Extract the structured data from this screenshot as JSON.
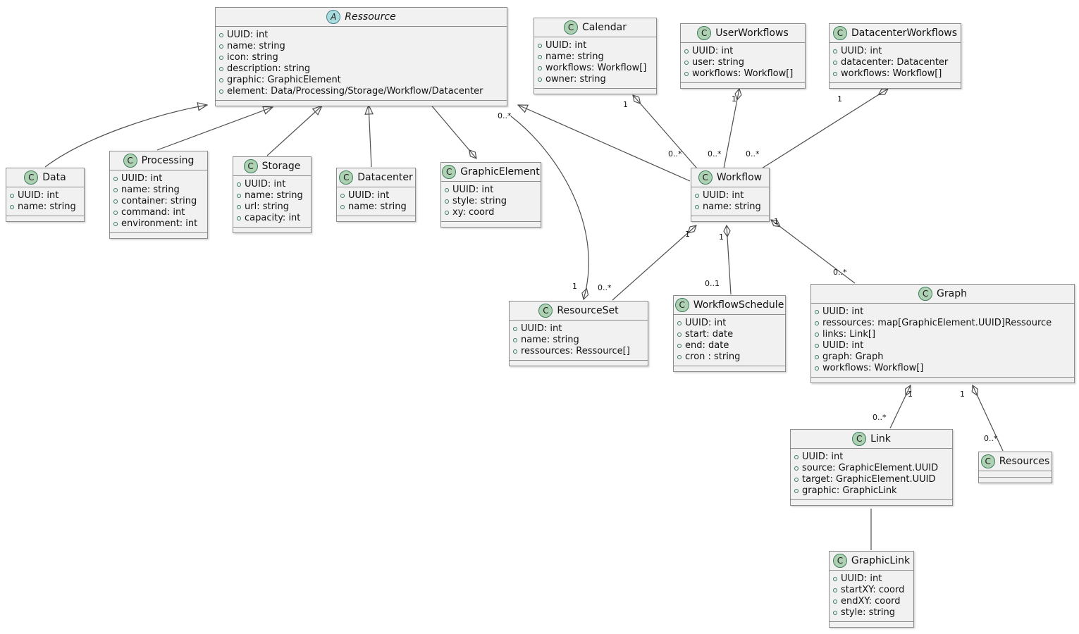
{
  "diagram": {
    "type": "uml-class-diagram",
    "colors": {
      "box_bg": "#F1F1F1",
      "box_border": "#8C8C8C",
      "class_icon_bg": "#ADD1B2",
      "abstract_icon_bg": "#A9DCDF",
      "edge_line": "#4F4F4F"
    },
    "classes": [
      {
        "name": "Ressource",
        "kind": "abstract",
        "letter": "A",
        "attributes": [
          "UUID: int",
          "name: string",
          "icon: string",
          "description: string",
          "graphic: GraphicElement",
          "element: Data/Processing/Storage/Workflow/Datacenter"
        ]
      },
      {
        "name": "Data",
        "kind": "class",
        "letter": "C",
        "attributes": [
          "UUID: int",
          "name: string"
        ]
      },
      {
        "name": "Processing",
        "kind": "class",
        "letter": "C",
        "attributes": [
          "UUID: int",
          "name: string",
          "container: string",
          "command: int",
          "environment: int"
        ]
      },
      {
        "name": "Storage",
        "kind": "class",
        "letter": "C",
        "attributes": [
          "UUID: int",
          "name: string",
          "url: string",
          "capacity: int"
        ]
      },
      {
        "name": "Datacenter",
        "kind": "class",
        "letter": "C",
        "attributes": [
          "UUID: int",
          "name: string"
        ]
      },
      {
        "name": "GraphicElement",
        "kind": "class",
        "letter": "C",
        "attributes": [
          "UUID: int",
          "style: string",
          "xy: coord"
        ]
      },
      {
        "name": "Calendar",
        "kind": "class",
        "letter": "C",
        "attributes": [
          "UUID: int",
          "name: string",
          "workflows: Workflow[]",
          "owner: string"
        ]
      },
      {
        "name": "UserWorkflows",
        "kind": "class",
        "letter": "C",
        "attributes": [
          "UUID: int",
          "user: string",
          "workflows: Workflow[]"
        ]
      },
      {
        "name": "DatacenterWorkflows",
        "kind": "class",
        "letter": "C",
        "attributes": [
          "UUID: int",
          "datacenter: Datacenter",
          "workflows: Workflow[]"
        ]
      },
      {
        "name": "Workflow",
        "kind": "class",
        "letter": "C",
        "attributes": [
          "UUID: int",
          "name: string"
        ]
      },
      {
        "name": "ResourceSet",
        "kind": "class",
        "letter": "C",
        "attributes": [
          "UUID: int",
          "name: string",
          "ressources: Ressource[]"
        ]
      },
      {
        "name": "WorkflowSchedule",
        "kind": "class",
        "letter": "C",
        "attributes": [
          "UUID: int",
          "start: date",
          "end: date",
          "cron : string"
        ]
      },
      {
        "name": "Graph",
        "kind": "class",
        "letter": "C",
        "attributes": [
          "UUID: int",
          "ressources: map[GraphicElement.UUID]Ressource",
          "links: Link[]",
          "UUID: int",
          "graph: Graph",
          "workflows: Workflow[]"
        ]
      },
      {
        "name": "Link",
        "kind": "class",
        "letter": "C",
        "attributes": [
          "UUID: int",
          "source: GraphicElement.UUID",
          "target: GraphicElement.UUID",
          "graphic: GraphicLink"
        ]
      },
      {
        "name": "Resources",
        "kind": "class",
        "letter": "C",
        "attributes": []
      },
      {
        "name": "GraphicLink",
        "kind": "class",
        "letter": "C",
        "attributes": [
          "UUID: int",
          "startXY: coord",
          "endXY: coord",
          "style: string"
        ]
      }
    ],
    "edges": [
      {
        "id": "data-ressource",
        "type": "inheritance",
        "from": "Data",
        "to": "Ressource"
      },
      {
        "id": "processing-ressource",
        "type": "inheritance",
        "from": "Processing",
        "to": "Ressource"
      },
      {
        "id": "storage-ressource",
        "type": "inheritance",
        "from": "Storage",
        "to": "Ressource"
      },
      {
        "id": "datacenter-ressource",
        "type": "inheritance",
        "from": "Datacenter",
        "to": "Ressource"
      },
      {
        "id": "workflow-ressource",
        "type": "inheritance",
        "from": "Workflow",
        "to": "Ressource"
      },
      {
        "id": "ressource-graphicelement",
        "type": "aggregation",
        "from": "Ressource",
        "to": "GraphicElement"
      },
      {
        "id": "calendar-workflow",
        "type": "aggregation",
        "from": "Calendar",
        "to": "Workflow",
        "from_mult": "1",
        "to_mult": "0..*"
      },
      {
        "id": "userworkflows-workflow",
        "type": "aggregation",
        "from": "UserWorkflows",
        "to": "Workflow",
        "from_mult": "1",
        "to_mult": "0..*"
      },
      {
        "id": "datacenterworkflows-workflow",
        "type": "aggregation",
        "from": "DatacenterWorkflows",
        "to": "Workflow",
        "from_mult": "1",
        "to_mult": "0..*"
      },
      {
        "id": "resourceset-ressource",
        "type": "aggregation",
        "from": "ResourceSet",
        "to": "Ressource",
        "from_mult": "1",
        "to_mult": "0..*"
      },
      {
        "id": "workflow-resourceset",
        "type": "aggregation",
        "from": "Workflow",
        "to": "ResourceSet",
        "from_mult": "1",
        "to_mult": "0..*"
      },
      {
        "id": "workflow-workflowschedule",
        "type": "aggregation",
        "from": "Workflow",
        "to": "WorkflowSchedule",
        "from_mult": "1",
        "to_mult": "0..1"
      },
      {
        "id": "workflow-graph",
        "type": "aggregation",
        "from": "Workflow",
        "to": "Graph",
        "from_mult": "1",
        "to_mult": "0..*"
      },
      {
        "id": "graph-link",
        "type": "aggregation",
        "from": "Graph",
        "to": "Link",
        "from_mult": "1",
        "to_mult": "0..*"
      },
      {
        "id": "graph-resources",
        "type": "aggregation",
        "from": "Graph",
        "to": "Resources",
        "from_mult": "1",
        "to_mult": "0..*"
      },
      {
        "id": "link-graphiclink",
        "type": "association",
        "from": "Link",
        "to": "GraphicLink"
      }
    ]
  }
}
